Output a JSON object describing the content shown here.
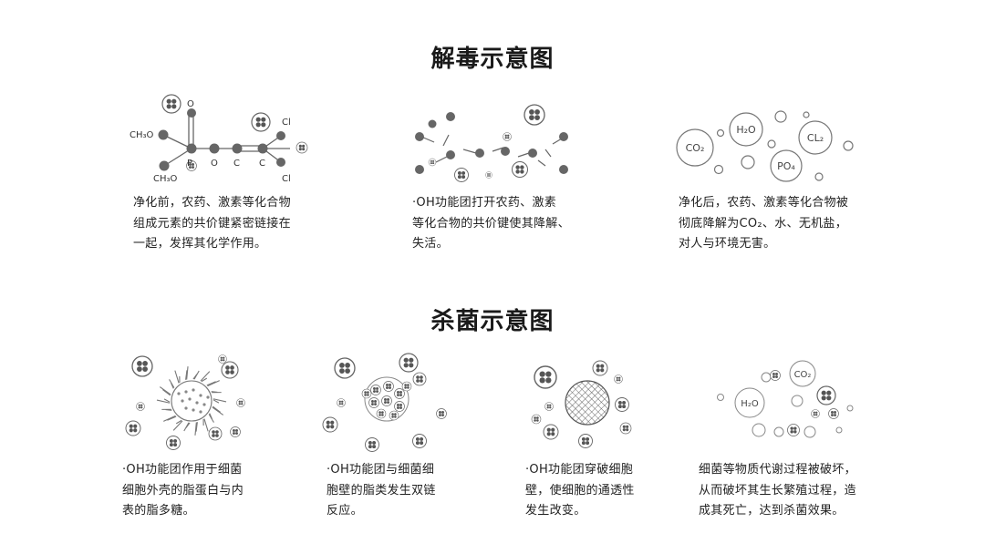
{
  "detox": {
    "title": "解毒示意图",
    "before": {
      "caption": "净化前，农药、激素等化合物\n组成元素的共价键紧密链接在\n一起，发挥其化学作用。",
      "labels": {
        "ch3o_top": "CH₃O",
        "ch3o_bottom": "CH₃O",
        "o_top": "O",
        "p": "P",
        "o_mid": "O",
        "c1": "C",
        "c2": "C",
        "cl_top": "Cl",
        "cl_bottom": "Cl"
      }
    },
    "during": {
      "caption": "·OH功能团打开农药、激素\n等化合物的共价键使其降解、\n失活。"
    },
    "after": {
      "caption": "净化后，农药、激素等化合物被\n彻底降解为CO₂、水、无机盐，\n对人与环境无害。",
      "labels": {
        "h2o": "H₂O",
        "cl2": "CL₂",
        "co2": "CO₂",
        "po4": "PO₄"
      }
    }
  },
  "sterilize": {
    "title": "杀菌示意图",
    "stage1": {
      "caption": "·OH功能团作用于细菌\n细胞外壳的脂蛋白与内\n表的脂多糖。"
    },
    "stage2": {
      "caption": "·OH功能团与细菌细\n胞壁的脂类发生双链\n反应。"
    },
    "stage3": {
      "caption": "·OH功能团穿破细胞\n壁，使细胞的通透性\n发生改变。"
    },
    "stage4": {
      "caption": "细菌等物质代谢过程被破坏，\n从而破坏其生长繁殖过程，造\n成其死亡，达到杀菌效果。",
      "labels": {
        "co2": "CO₂",
        "h2o": "H₂O"
      }
    }
  }
}
